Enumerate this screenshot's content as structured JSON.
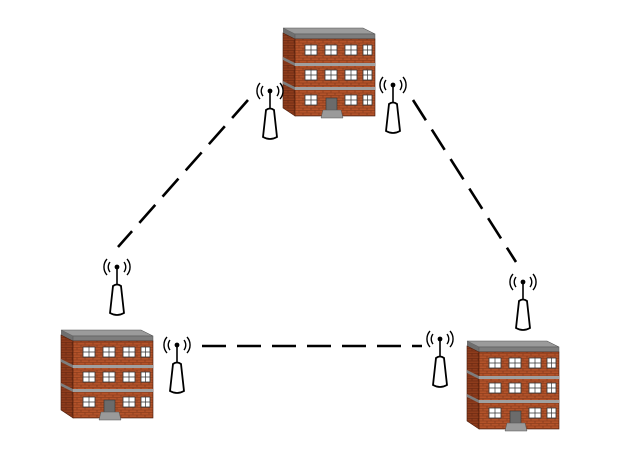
{
  "diagram": {
    "background": "#ffffff",
    "link_color": "#000000",
    "nodes": [
      {
        "id": "building-top",
        "type": "office-building-icon"
      },
      {
        "id": "building-bottom-left",
        "type": "office-building-icon"
      },
      {
        "id": "building-bottom-right",
        "type": "office-building-icon"
      }
    ],
    "antennas": [
      {
        "id": "antenna-top-left",
        "type": "wireless-antenna-icon",
        "site": "building-top"
      },
      {
        "id": "antenna-top-right",
        "type": "wireless-antenna-icon",
        "site": "building-top"
      },
      {
        "id": "antenna-left-upper",
        "type": "wireless-antenna-icon",
        "site": "building-bottom-left"
      },
      {
        "id": "antenna-left-lower",
        "type": "wireless-antenna-icon",
        "site": "building-bottom-left"
      },
      {
        "id": "antenna-right-lower",
        "type": "wireless-antenna-icon",
        "site": "building-bottom-right"
      },
      {
        "id": "antenna-right-upper",
        "type": "wireless-antenna-icon",
        "site": "building-bottom-right"
      }
    ],
    "links": [
      {
        "from": "antenna-top-left",
        "to": "antenna-left-upper",
        "style": "dashed"
      },
      {
        "from": "antenna-top-right",
        "to": "antenna-right-upper",
        "style": "dashed"
      },
      {
        "from": "antenna-left-lower",
        "to": "antenna-right-lower",
        "style": "dashed"
      }
    ],
    "colors": {
      "brick": "#b4532a",
      "brick_dark": "#7a3418",
      "roof": "#8c8c8c",
      "trim": "#9a9a9a",
      "window": "#ffffff",
      "antenna_body": "#ffffff",
      "antenna_outline": "#000000"
    }
  }
}
